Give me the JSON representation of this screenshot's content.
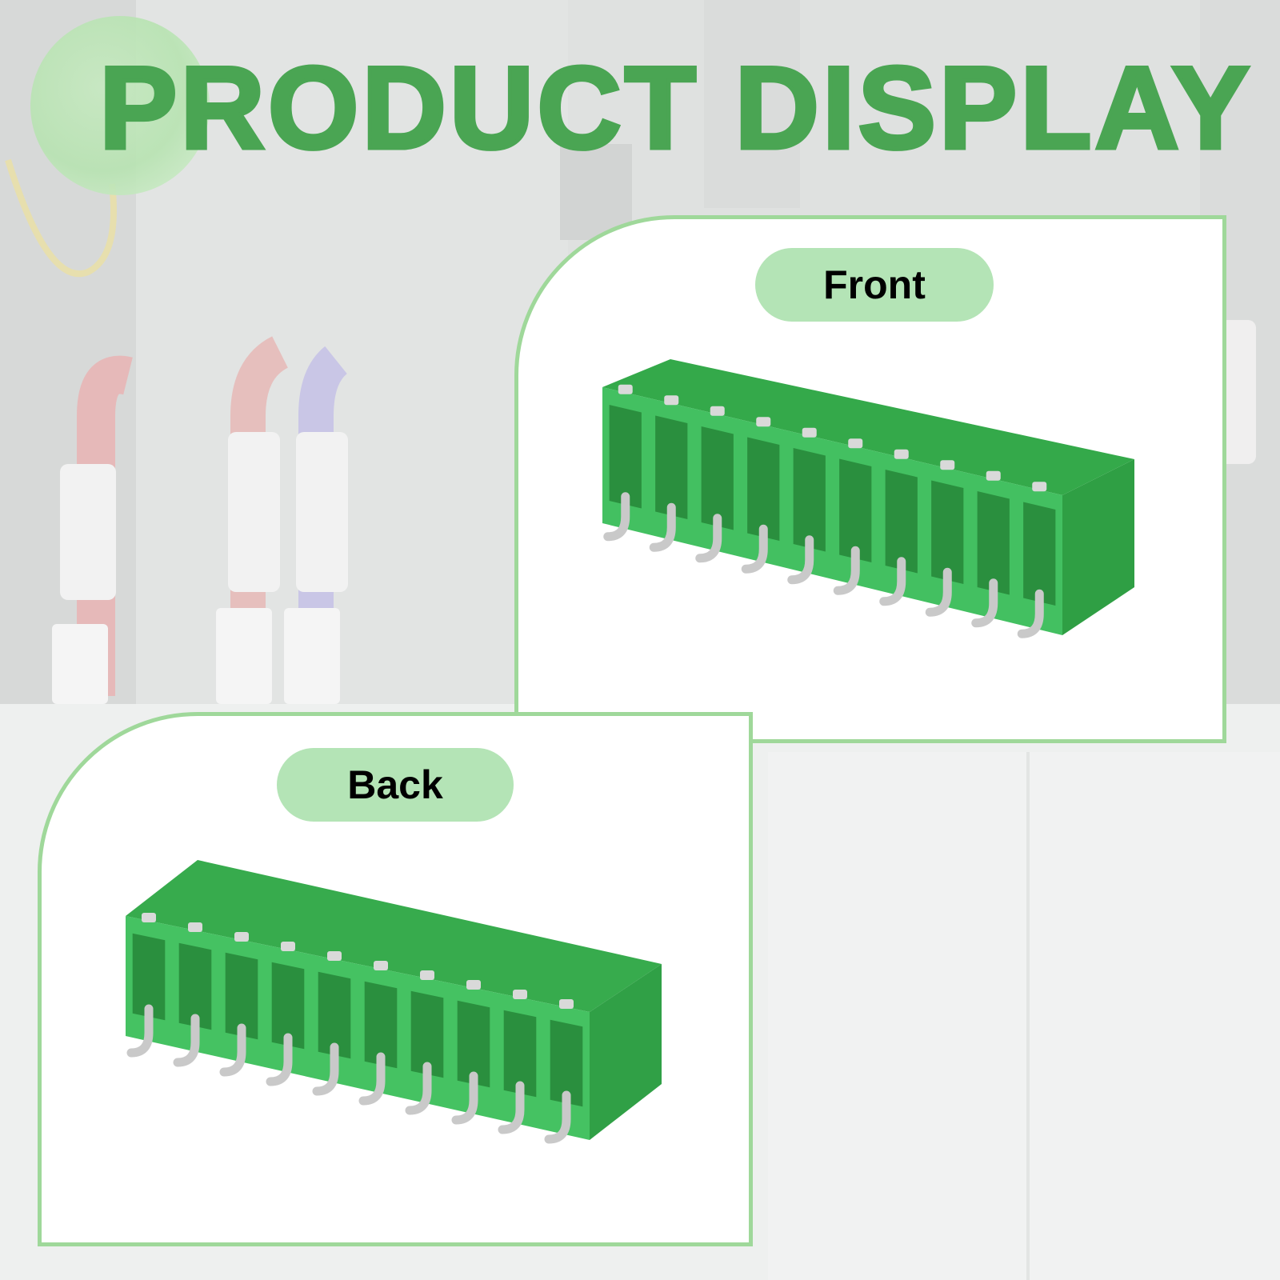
{
  "title": "PRODUCT DISPLAY",
  "colors": {
    "title_green": "#4aa553",
    "card_border": "#9fd89a",
    "pill_fill": "#b4e4b6",
    "terminal_green": "#3fb759"
  },
  "views": {
    "front": {
      "label": "Front"
    },
    "back": {
      "label": "Back"
    }
  },
  "product": {
    "positions": 10
  }
}
